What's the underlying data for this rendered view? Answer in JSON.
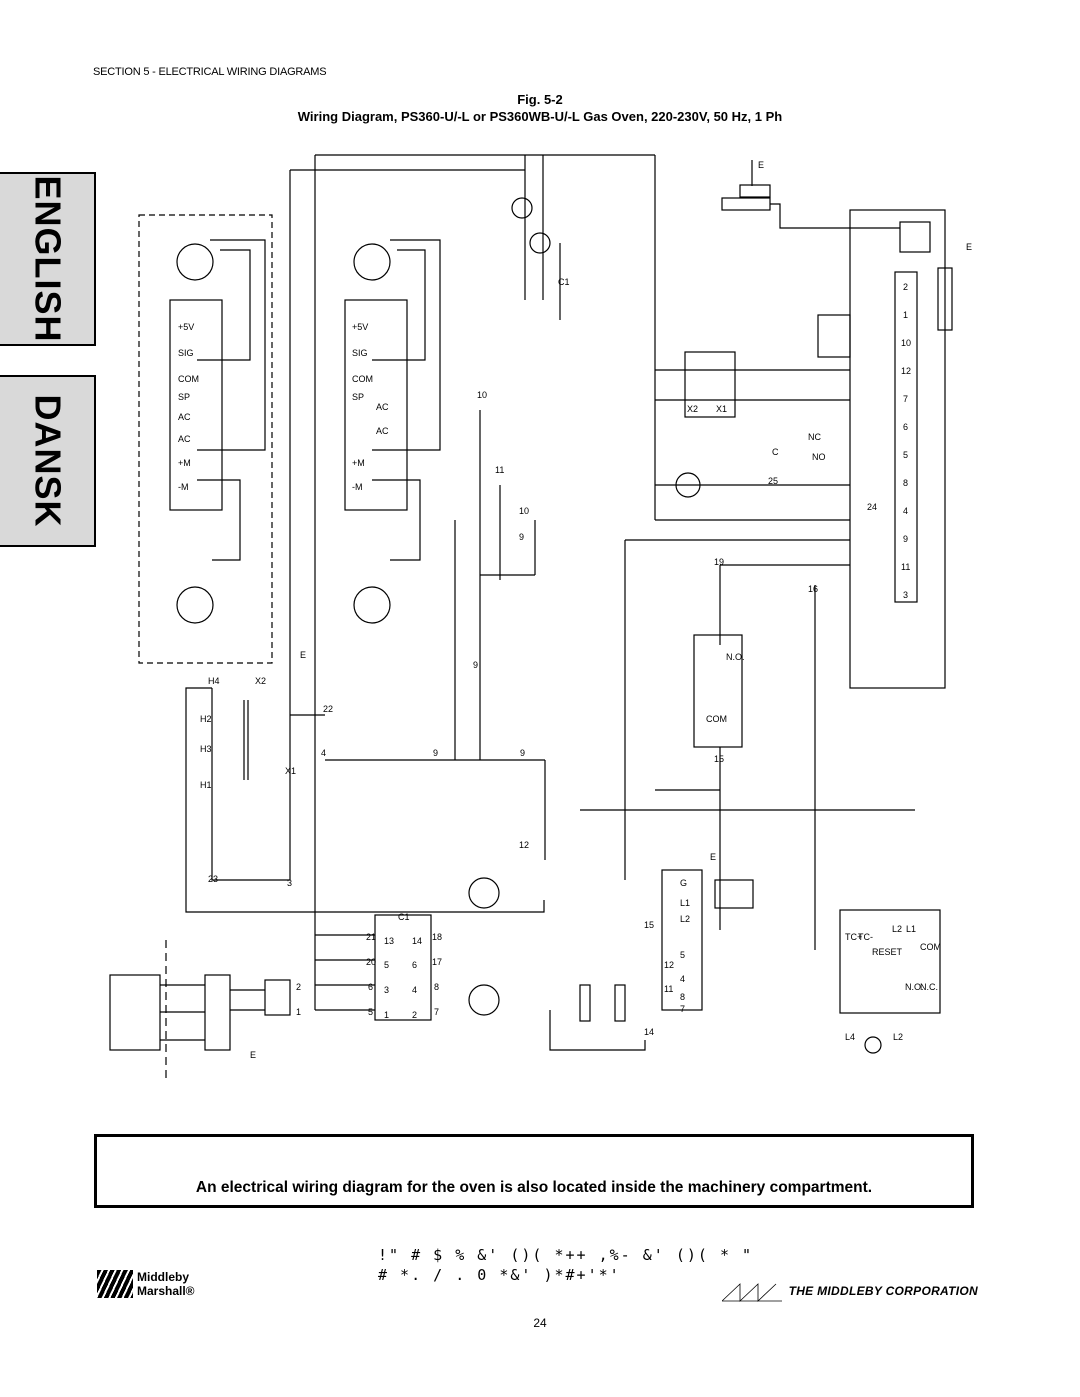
{
  "header": {
    "section": "SECTION 5 - ELECTRICAL WIRING DIAGRAMS",
    "fig_number": "Fig. 5-2",
    "fig_title": "Wiring Diagram, PS360-U/-L or PS360WB-U/-L Gas Oven, 220-230V, 50 Hz, 1 Ph"
  },
  "tabs": {
    "english": "ENGLISH",
    "dansk": "DANSK"
  },
  "diagram": {
    "wire_numbers": [
      "10",
      "11",
      "9",
      "22",
      "4",
      "9",
      "9",
      "12",
      "23",
      "3",
      "21",
      "20",
      "6",
      "5",
      "18",
      "17",
      "8",
      "7",
      "2",
      "1",
      "15",
      "14",
      "19",
      "16",
      "25",
      "24",
      "15"
    ],
    "board_terminals": [
      "2",
      "1",
      "10",
      "12",
      "7",
      "6",
      "5",
      "8",
      "4",
      "9",
      "11",
      "3"
    ],
    "labels": {
      "e": "E",
      "c1": "C1",
      "x1": "X1",
      "x2": "X2",
      "h1": "H1",
      "h2": "H2",
      "h3": "H3",
      "h4": "H4",
      "com": "COM",
      "no": "N.O.",
      "nc": "N.C.",
      "c": "C",
      "nc2": "NC",
      "no2": "NO",
      "sensor_pins": [
        "+5V",
        "SIG",
        "COM",
        "SP",
        "AC",
        "AC",
        "+M",
        "-M"
      ],
      "relay_pins": [
        "G",
        "L1",
        "L2"
      ],
      "control_pins": [
        "TC+",
        "TC-",
        "RESET",
        "L2",
        "L1",
        "COM",
        "N.O.",
        "N.C."
      ],
      "l4": "L4",
      "l2": "L2",
      "cap_pins": [
        "10",
        "9"
      ],
      "contactor_pins": [
        "13",
        "14",
        "5",
        "6",
        "3",
        "4",
        "1",
        "2"
      ],
      "relay_contacts": [
        "12",
        "11",
        "5",
        "4",
        "8",
        "7"
      ]
    }
  },
  "note": "An electrical wiring diagram for the oven is also located inside the machinery compartment.",
  "garbled": {
    "line1": "!\"  #     $ %  &' ()(   *++     ,%- &' ()(  *    \"",
    "line2": "# *.        / .      0  *&'  )*#+'*'"
  },
  "footer": {
    "left_logo_line1": "Middleby",
    "left_logo_line2": "Marshall®",
    "right_logo": "THE MIDDLEBY CORPORATION",
    "page_number": "24"
  }
}
